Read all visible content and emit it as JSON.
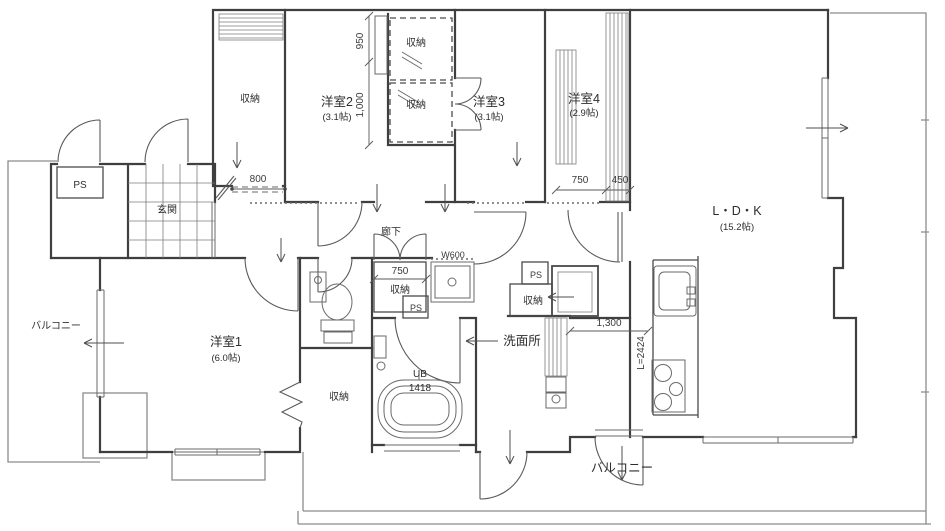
{
  "floor_plan": {
    "rooms": [
      {
        "name": "L・D・K",
        "size": "(15.2帖)"
      },
      {
        "name": "洋室1",
        "size": "(6.0帖)"
      },
      {
        "name": "洋室2",
        "size": "(3.1帖)"
      },
      {
        "name": "洋室3",
        "size": "(3.1帖)"
      },
      {
        "name": "洋室4",
        "size": "(2.9帖)"
      },
      {
        "name": "玄関"
      },
      {
        "name": "廊下"
      },
      {
        "name": "洗面所"
      },
      {
        "name": "UB",
        "size": "1418"
      }
    ],
    "closet_label": "収納",
    "balcony_label": "バルコニー",
    "ps_label": "PS",
    "washer_label": "W600",
    "dimensions": {
      "entry_slider": "800",
      "closet_depth": "950",
      "closet_width": "1,000",
      "room4_a": "750",
      "room4_b": "450",
      "hall_closet": "750",
      "kitchen_pass": "1,300",
      "kitchen_counter": "L=2424"
    }
  }
}
